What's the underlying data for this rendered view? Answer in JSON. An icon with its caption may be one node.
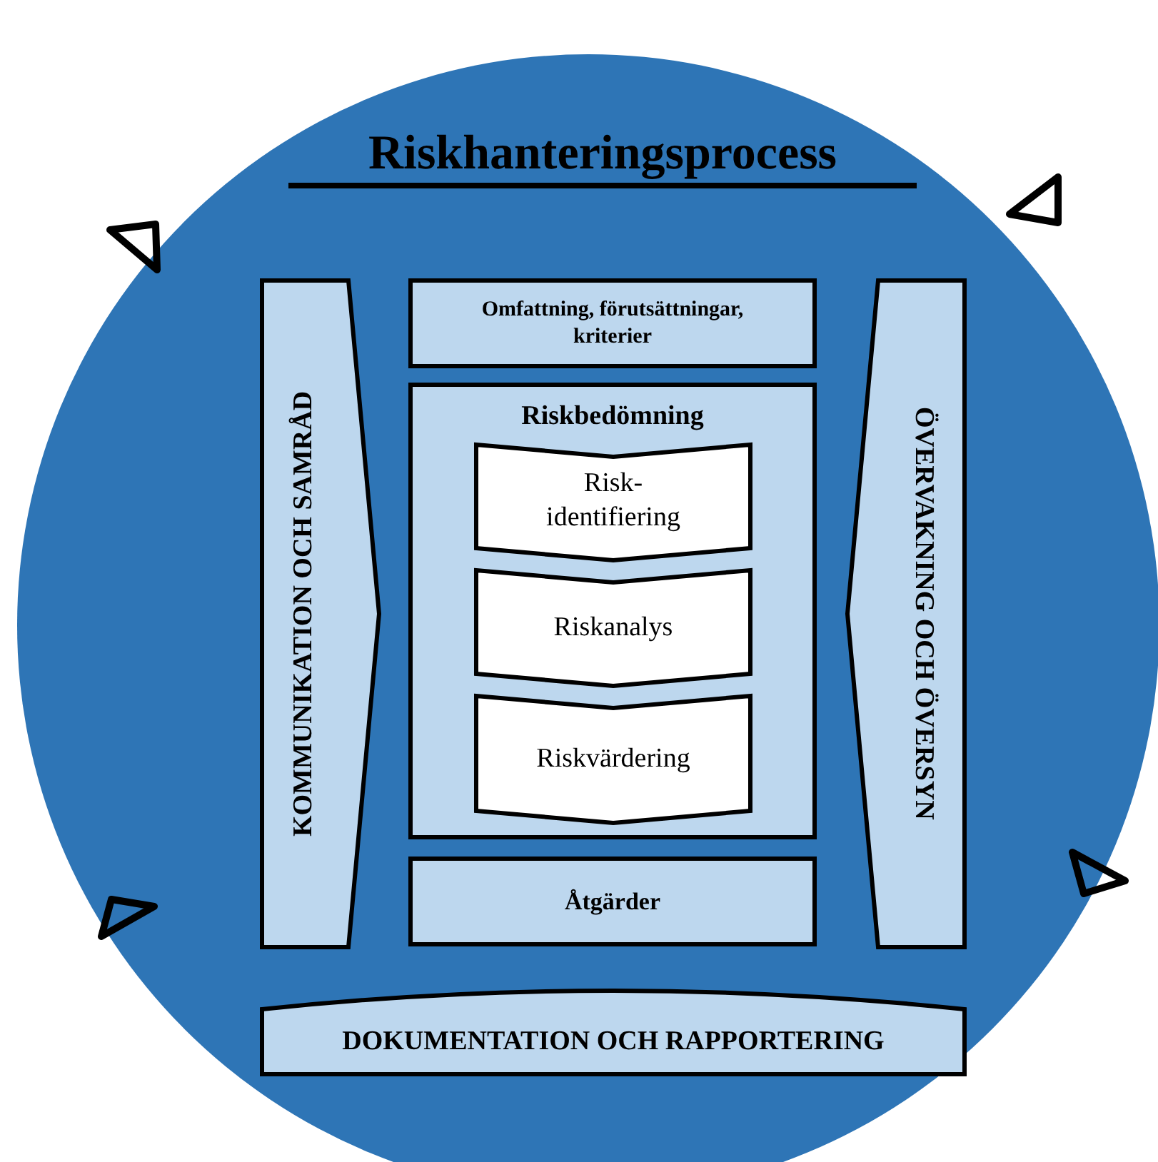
{
  "diagram": {
    "nodes": [
      {
        "text": [
          "Riskhanteringsprocess"
        ]
      },
      {
        "text": [
          "KOMMUNIKATION OCH SAMRÅD"
        ],
        "in": 0
      },
      {
        "text": [
          "Omfattning, förutsättningar, kriterier"
        ],
        "in": 0
      },
      {
        "text": [
          "Riskbedömning"
        ],
        "in": 0
      },
      {
        "text": [
          "Risk- identifiering"
        ],
        "in": 3
      },
      {
        "text": [
          "Riskanalys"
        ],
        "in": 3
      },
      {
        "text": [
          "Riskvärdering"
        ],
        "in": 3
      },
      {
        "text": [
          "Åtgärder"
        ],
        "in": 0
      },
      {
        "text": [
          "ÖVERVAKNING OCH ÖVERSYN"
        ],
        "in": 0
      },
      {
        "text": [
          "DOKUMENTATION OCH RAPPORTERING"
        ],
        "in": 0
      }
    ]
  }
}
